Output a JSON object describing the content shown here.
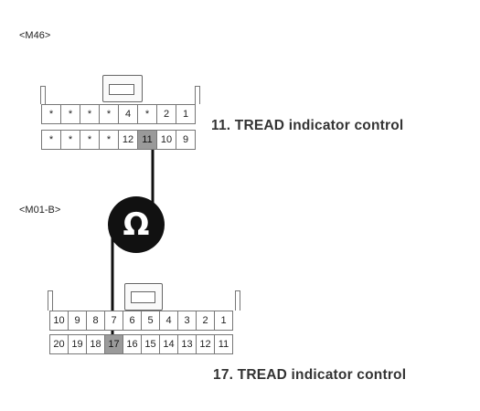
{
  "connector_top": {
    "label": "<M46>",
    "row1": [
      "*",
      "*",
      "*",
      "*",
      "4",
      "*",
      "2",
      "1"
    ],
    "row2": [
      "*",
      "*",
      "*",
      "*",
      "12",
      "11",
      "10",
      "9"
    ],
    "highlighted_pin": "11",
    "callout": "11. TREAD indicator control"
  },
  "connector_bottom": {
    "label": "<M01-B>",
    "row1": [
      "10",
      "9",
      "8",
      "7",
      "6",
      "5",
      "4",
      "3",
      "2",
      "1"
    ],
    "row2": [
      "20",
      "19",
      "18",
      "17",
      "16",
      "15",
      "14",
      "13",
      "12",
      "11"
    ],
    "highlighted_pin": "17",
    "callout": "17. TREAD indicator control"
  },
  "meter": {
    "symbol": "Ω",
    "icon": "ohmmeter-icon"
  }
}
